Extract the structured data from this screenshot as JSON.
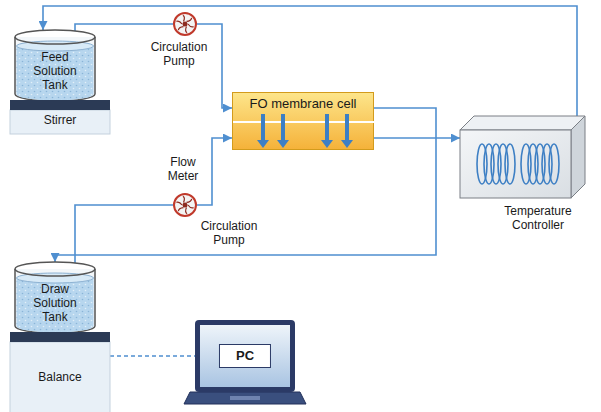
{
  "diagram": {
    "nodes": [
      {
        "text": [
          "Feed Solution Tank"
        ]
      },
      {
        "text": [
          "Stirrer"
        ]
      },
      {
        "text": [
          "Circulation Pump"
        ]
      },
      {
        "text": [
          "FO membrane cell"
        ]
      },
      {
        "text": [
          "Temperature Controller"
        ]
      },
      {
        "text": [
          "Circulation Pump"
        ]
      },
      {
        "text": [
          "Draw Solution Tank"
        ]
      },
      {
        "text": [
          "Balance"
        ]
      },
      {
        "text": [
          "PC"
        ]
      }
    ],
    "edges": [
      {
        "from": 0,
        "to": 2,
        "arrow": "none"
      },
      {
        "from": 2,
        "to": 3,
        "arrow": "to"
      },
      {
        "from": 3,
        "to": 6,
        "arrow": "to"
      },
      {
        "from": 3,
        "to": 4,
        "arrow": "to"
      },
      {
        "from": 4,
        "to": 0,
        "arrow": "to"
      },
      {
        "from": 6,
        "to": 5,
        "arrow": "none"
      },
      {
        "from": 5,
        "to": 3,
        "arrow": "to"
      },
      {
        "from": 7,
        "to": 8,
        "arrow": "none"
      }
    ],
    "labels": [
      "Flow Meter"
    ]
  }
}
